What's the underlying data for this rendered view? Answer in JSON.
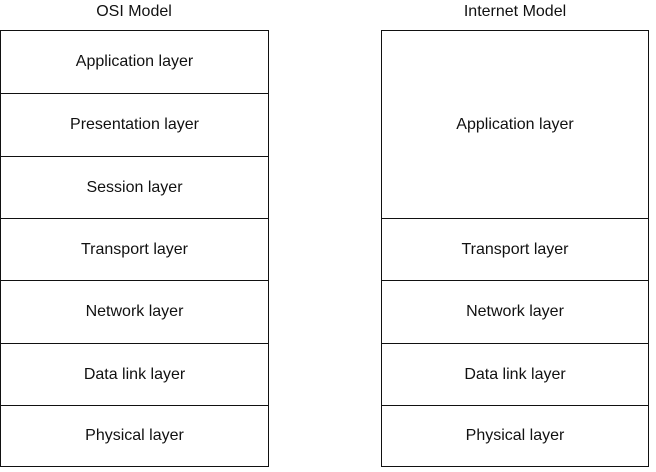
{
  "osi": {
    "title": "OSI Model",
    "layers": [
      "Application layer",
      "Presentation layer",
      "Session layer",
      "Transport layer",
      "Network layer",
      "Data link layer",
      "Physical layer"
    ]
  },
  "internet": {
    "title": "Internet Model",
    "layers": [
      "Application layer",
      "Transport layer",
      "Network layer",
      "Data link layer",
      "Physical layer"
    ]
  }
}
